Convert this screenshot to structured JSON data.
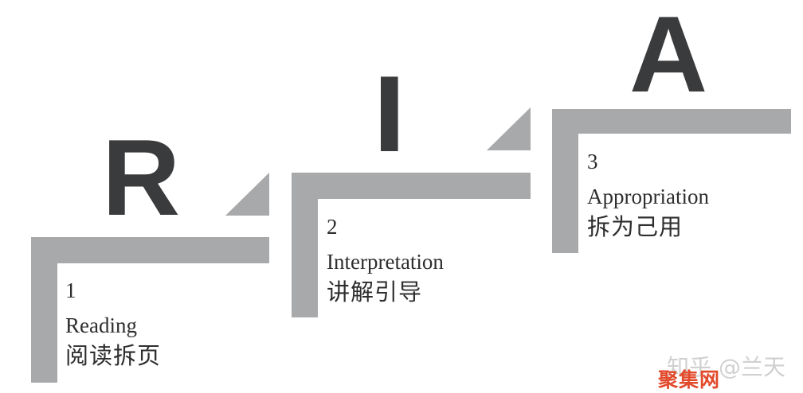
{
  "letters": {
    "r": "R",
    "i": "I",
    "a": "A"
  },
  "steps": [
    {
      "number": "1",
      "english": "Reading",
      "chinese": "阅读拆页"
    },
    {
      "number": "2",
      "english": "Interpretation",
      "chinese": "讲解引导"
    },
    {
      "number": "3",
      "english": "Appropriation",
      "chinese": "拆为己用"
    }
  ],
  "watermark": {
    "text": "知乎 @兰天",
    "stamp": "聚集网"
  },
  "colors": {
    "step_gray": "#a8a9ab",
    "letter_dark": "#3a3b3c",
    "text": "#2e2e2e",
    "stamp_red": "#e24a2c"
  }
}
